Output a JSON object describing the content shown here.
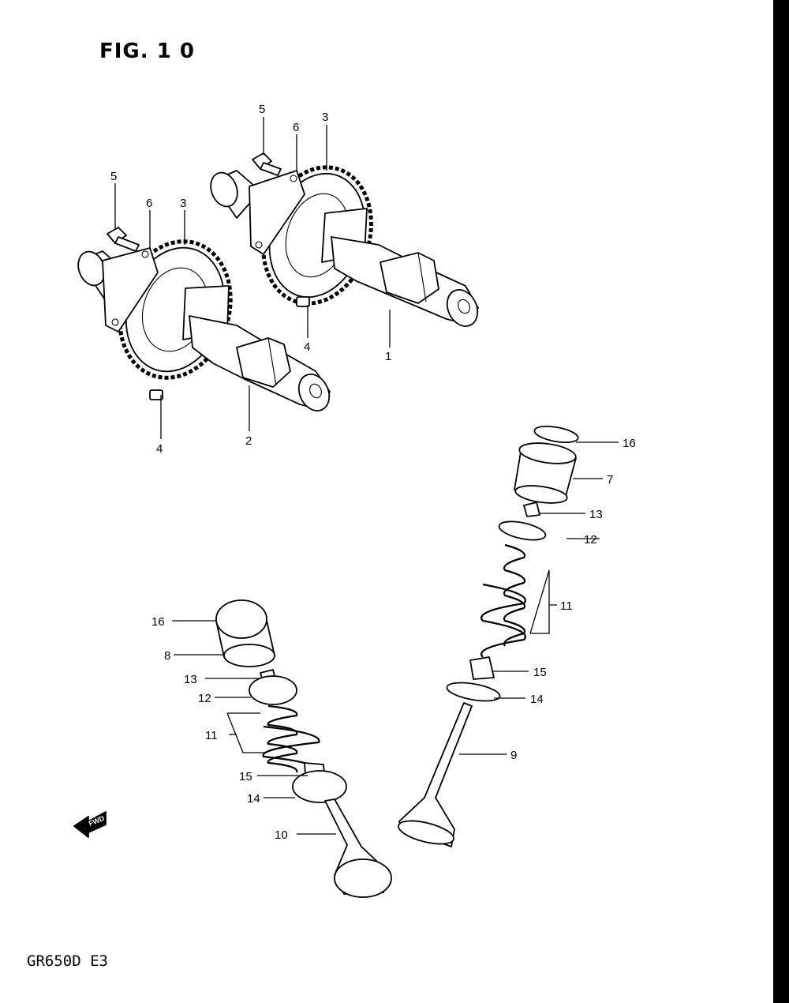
{
  "figure": {
    "title": "FIG. 1 0",
    "model_code": "GR650D  E3",
    "fwd_label": "FWD"
  },
  "callouts": {
    "cam1": "1",
    "cam2": "2",
    "gear3_a": "3",
    "gear3_b": "3",
    "pin4_a": "4",
    "pin4_b": "4",
    "bolt5_a": "5",
    "bolt5_b": "5",
    "plate6_a": "6",
    "plate6_b": "6",
    "tappet7": "7",
    "tappet8": "8",
    "valve9": "9",
    "valve10": "10",
    "spring11_a": "11",
    "spring11_b": "11",
    "retainer12_a": "12",
    "retainer12_b": "12",
    "cotter13_a": "13",
    "cotter13_b": "13",
    "seat14_a": "14",
    "seat14_b": "14",
    "seal15_a": "15",
    "seal15_b": "15",
    "shim16_a": "16",
    "shim16_b": "16"
  }
}
